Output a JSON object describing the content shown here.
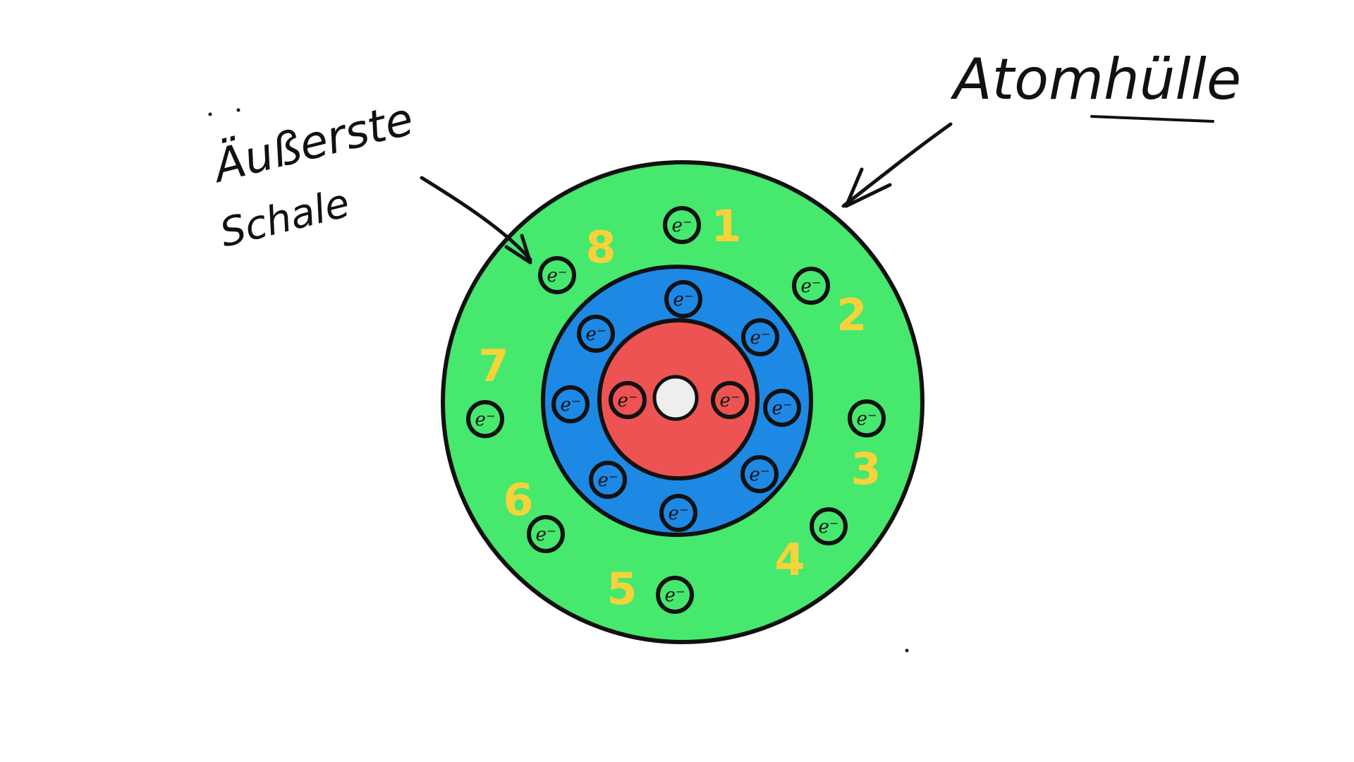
{
  "labels": {
    "outer_shell": "Äußerste Schale",
    "outer_shell_line1": "Äußerste",
    "outer_shell_line2": "Schale",
    "atom_shell": "Atomhülle"
  },
  "electron_symbol": "e⁻",
  "shells": [
    {
      "name": "shell-1",
      "color": "#ee5353",
      "electron_count": 2
    },
    {
      "name": "shell-2",
      "color": "#1e88e5",
      "electron_count": 8
    },
    {
      "name": "shell-3",
      "color": "#46e86e",
      "electron_count": 8
    }
  ],
  "nucleus_color": "#eeeeee",
  "outer_shell_numbers": [
    "1",
    "2",
    "3",
    "4",
    "5",
    "6",
    "7",
    "8"
  ],
  "number_color": "#f7d23a",
  "line_color": "#111111"
}
